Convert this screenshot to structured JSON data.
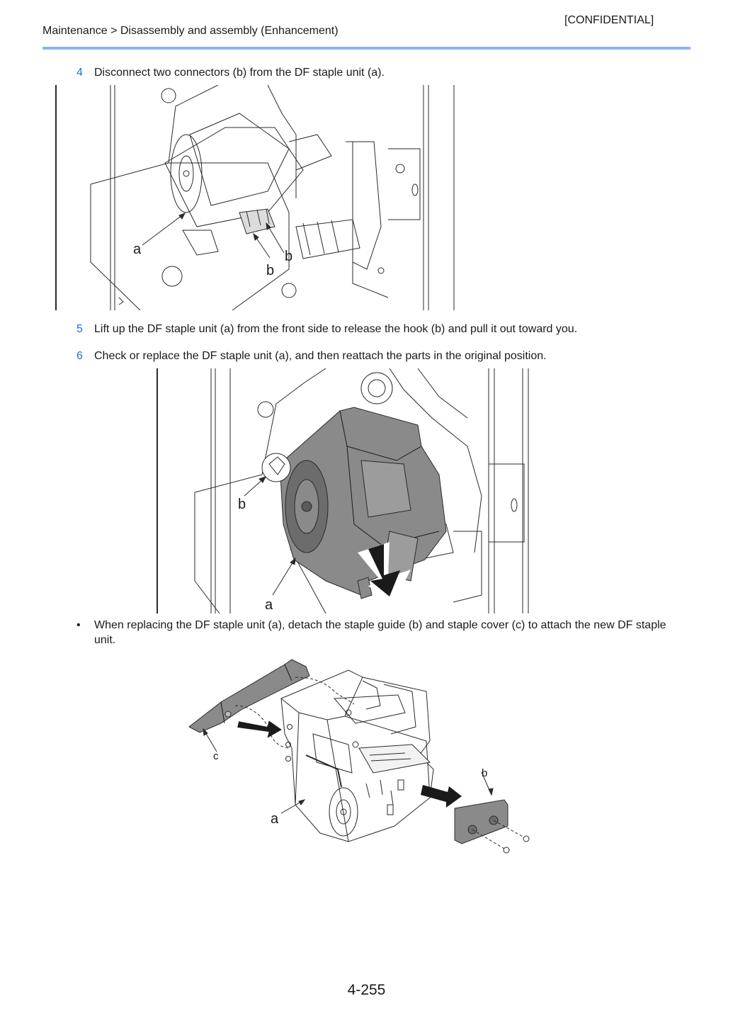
{
  "header": {
    "confidential": "[CONFIDENTIAL]",
    "breadcrumb": "Maintenance > Disassembly and assembly (Enhancement)"
  },
  "steps": [
    {
      "number": "4",
      "text": "Disconnect two connectors (b) from the DF staple unit (a)."
    },
    {
      "number": "5",
      "text": "Lift up the DF staple unit (a) from the front side to release the hook (b) and pull it out toward you."
    },
    {
      "number": "6",
      "text": "Check or replace the DF staple unit (a), and then reattach the parts in the original position."
    }
  ],
  "note": {
    "bullet": "•",
    "text": "When replacing the DF staple unit (a), detach the staple guide (b) and staple cover (c) to attach the new DF staple unit."
  },
  "figures": {
    "fig1": {
      "labels": {
        "a": "a",
        "b1": "b",
        "b2": "b"
      }
    },
    "fig2": {
      "labels": {
        "a": "a",
        "b": "b"
      }
    },
    "fig3": {
      "labels": {
        "a": "a",
        "b": "b",
        "c": "c"
      }
    }
  },
  "footer": {
    "page_number": "4-255"
  },
  "colors": {
    "accent": "#1f6fd6",
    "header_rule": "#8fb2f0",
    "part_gray": "#8a8a8a"
  }
}
